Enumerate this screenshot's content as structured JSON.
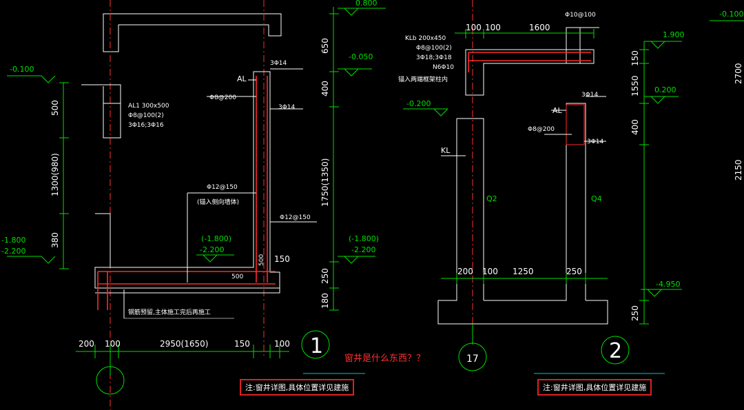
{
  "colors": {
    "white": "#ffffff",
    "green": "#00e000",
    "red": "#ff2a2a",
    "cyan": "#00c8c8",
    "yellow": "#ffff40",
    "grey": "#9a9a9a"
  },
  "left": {
    "elevations": [
      "-0.100",
      "-1.800",
      "-2.200",
      "-0.050",
      "(-1.800)",
      "-2.200",
      "0.800"
    ],
    "section_dims": [
      "500",
      "1300(980)",
      "380"
    ],
    "right_dims": [
      "650",
      "400",
      "1750(1350)",
      "250",
      "180"
    ],
    "bottom_dims": [
      "200",
      "100",
      "2950(1650)",
      "150",
      "100"
    ],
    "beam_label": [
      "AL1 300x500",
      "Φ8@100(2)",
      "3Φ16;3Φ16"
    ],
    "bar_3d14_top": "3Φ14",
    "bar_AL": "AL",
    "bar_phi8": "Φ8@200",
    "bar_3d14_mid": "3Φ14",
    "slab_bar": "Φ12@150",
    "slab_note": "(锚入侧向墙体)",
    "inner_elev": [
      "(-1.800)",
      "-2.200"
    ],
    "wall_bar": "Φ12@150",
    "dim_500": "500",
    "dim_500v": "500",
    "dim_150": "150",
    "bottom_note": "钢筋预留,主体施工完后再施工",
    "circle_label": "1"
  },
  "right": {
    "top_dims": [
      "100",
      "100",
      "1600"
    ],
    "top_bar": "Φ10@100",
    "klb_label": [
      "KLb 200x450",
      "Φ8@100(2)",
      "3Φ18;3Φ18",
      "N6Φ10"
    ],
    "anchor_note": "锚入两端框架柱内",
    "elev_left": "-0.200",
    "kl": "KL",
    "al": "AL",
    "bar_3d14_top": "3Φ14",
    "bar_phi8": "Φ8@200",
    "bar_3d14_bot": "3Φ14",
    "wall_q2": "Q2",
    "wall_q4": "Q4",
    "bottom_dims": [
      "200",
      "100",
      "1250",
      "250"
    ],
    "axis_label": "17",
    "circle_label": "2",
    "elevations": [
      "1.900",
      "0.200",
      "-4.950",
      "-0.100"
    ],
    "dims_right": [
      "150",
      "1550",
      "400",
      "250"
    ],
    "edge_dims": [
      "2700",
      "2150"
    ]
  },
  "question": "窗井是什么东西？？",
  "notes": [
    "注:窗井详图,具体位置详见建施",
    "注:窗井详图,具体位置详见建施"
  ]
}
